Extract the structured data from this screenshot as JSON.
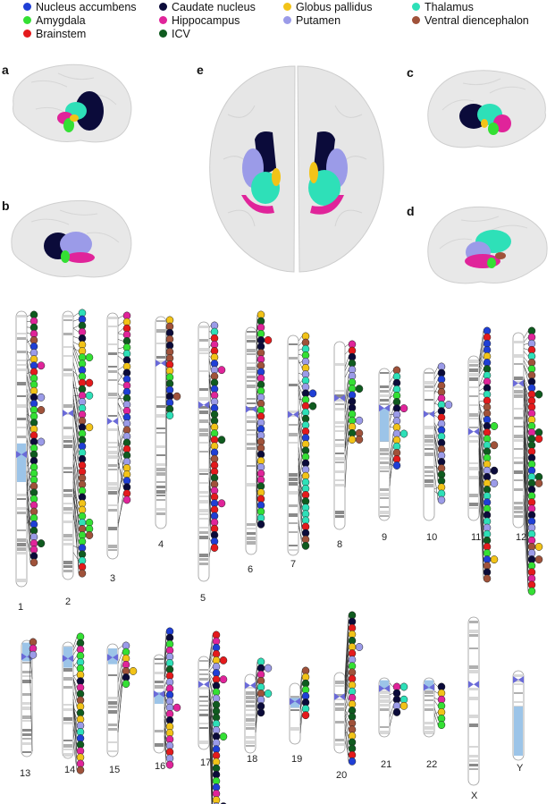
{
  "legend": {
    "items": [
      {
        "label": "Nucleus accumbens",
        "color": "#1f3fd6"
      },
      {
        "label": "Caudate nucleus",
        "color": "#0b0b3a"
      },
      {
        "label": "Globus pallidus",
        "color": "#f2c318"
      },
      {
        "label": "Thalamus",
        "color": "#2ee0b8"
      },
      {
        "label": "Amygdala",
        "color": "#34e034"
      },
      {
        "label": "Hippocampus",
        "color": "#e0249a"
      },
      {
        "label": "Putamen",
        "color": "#9b9be8"
      },
      {
        "label": "Ventral diencephalon",
        "color": "#a0523a"
      },
      {
        "label": "Brainstem",
        "color": "#e41a1c"
      },
      {
        "label": "ICV",
        "color": "#0f5b1f"
      }
    ]
  },
  "panels": {
    "a": "a",
    "b": "b",
    "c": "c",
    "d": "d",
    "e": "e"
  },
  "chromosomes": [
    "1",
    "2",
    "3",
    "4",
    "5",
    "6",
    "7",
    "8",
    "9",
    "10",
    "11",
    "12",
    "13",
    "14",
    "15",
    "16",
    "17",
    "18",
    "19",
    "20",
    "21",
    "22",
    "X",
    "Y"
  ],
  "icons": {
    "brain": "brain-3d-render",
    "ideogram": "chromosome-ideogram"
  }
}
